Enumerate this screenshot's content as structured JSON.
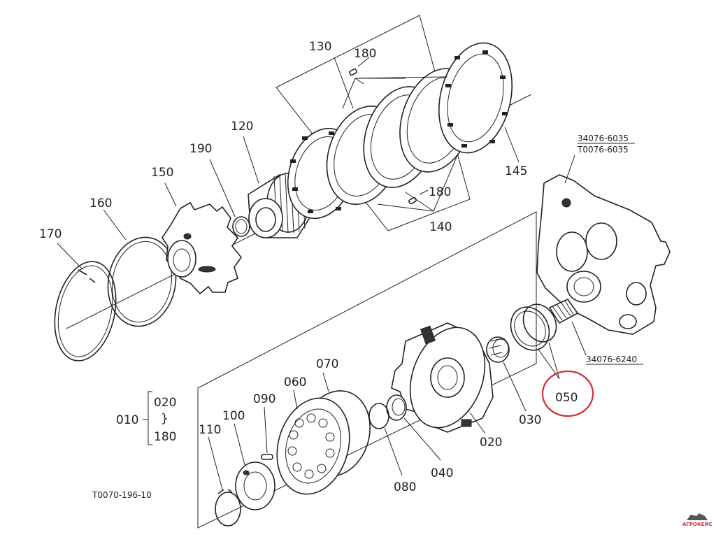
{
  "labels": {
    "p010": "010",
    "p020_range": "020",
    "range_sep": "}",
    "p180_range": "180",
    "p020": "020",
    "p030": "030",
    "p040": "040",
    "p050": "050",
    "p060": "060",
    "p070": "070",
    "p080": "080",
    "p090": "090",
    "p100": "100",
    "p110": "110",
    "p120": "120",
    "p130": "130",
    "p140": "140",
    "p145": "145",
    "p150": "150",
    "p160": "160",
    "p170": "170",
    "p180_top": "180",
    "p180_bottom": "180",
    "p190": "190",
    "housing_a": "34076-6035",
    "housing_b": "T0076-6035",
    "shaft": "34076-6240",
    "drawing_code": "T0070-196-10"
  },
  "watermark_text": "АГРОКЕЙС",
  "highlight_color": "#d0302e",
  "highlight_target": "050"
}
